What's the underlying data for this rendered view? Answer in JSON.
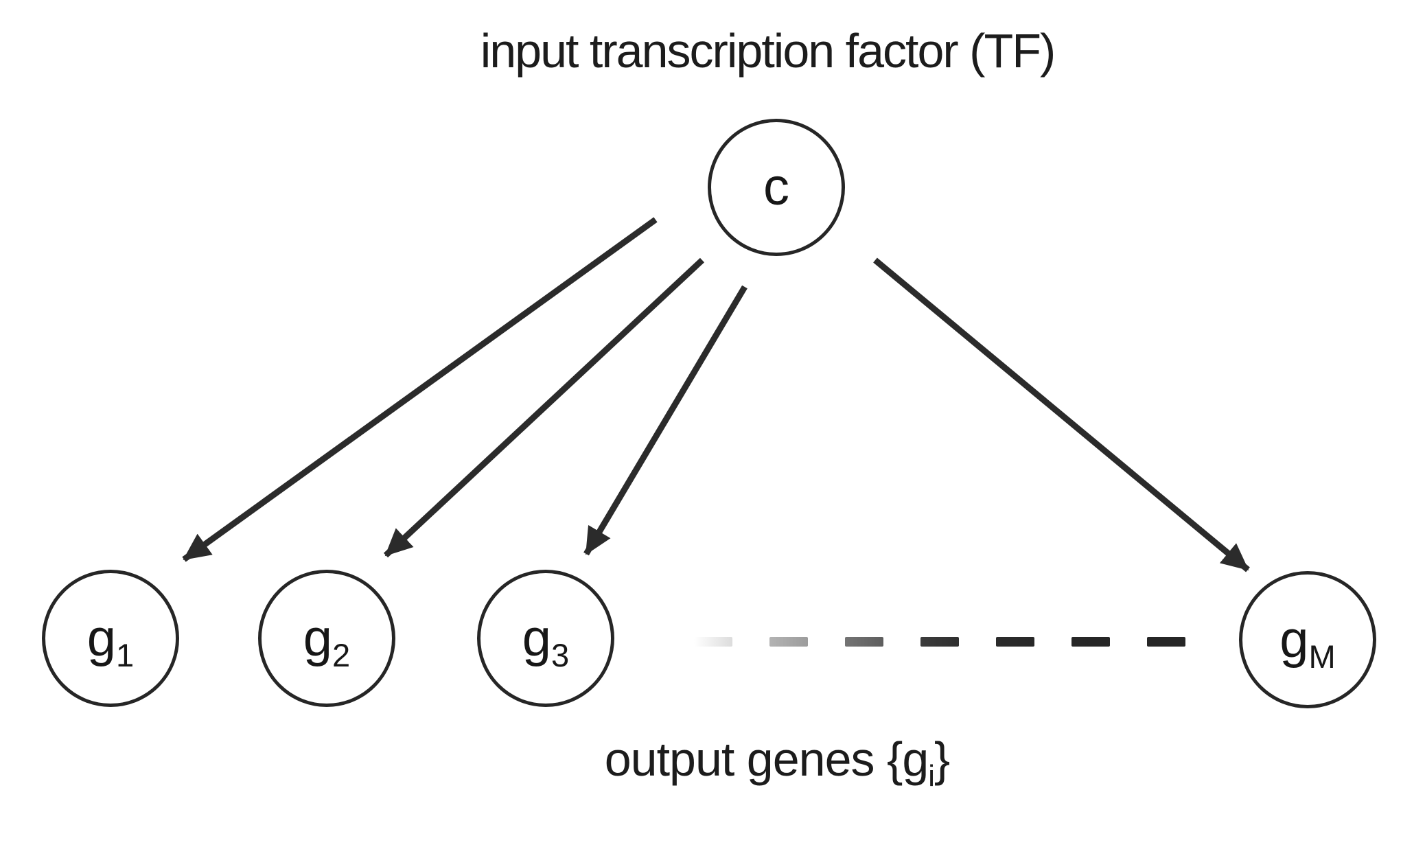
{
  "figure": {
    "title": "input transcription factor (TF)",
    "caption": {
      "prefix": "output genes {g",
      "sub": "i",
      "suffix": "}"
    }
  },
  "nodes": {
    "c": {
      "label": "c"
    },
    "g1": {
      "base": "g",
      "sub": "1"
    },
    "g2": {
      "base": "g",
      "sub": "2"
    },
    "g3": {
      "base": "g",
      "sub": "3"
    },
    "gM": {
      "base": "g",
      "sub": "M"
    }
  },
  "edges": [
    {
      "from": "c",
      "to": "g1"
    },
    {
      "from": "c",
      "to": "g2"
    },
    {
      "from": "c",
      "to": "g3"
    },
    {
      "from": "c",
      "to": "gM"
    }
  ],
  "ellipsis_dashes": {
    "colors": [
      [
        "#ffffff",
        "#dcdcdc"
      ],
      [
        "#b3b3b3",
        "#9c9c9c"
      ],
      [
        "#747474",
        "#5e5e5e"
      ],
      [
        "#3c3c3c",
        "#2f2f2f"
      ],
      [
        "#2b2b2b",
        "#282828"
      ],
      [
        "#272727",
        "#262626"
      ],
      [
        "#262626",
        "#262626"
      ]
    ]
  },
  "colors": {
    "ink": "#262626",
    "arrow": "#2b2b2b",
    "background": "#ffffff"
  }
}
